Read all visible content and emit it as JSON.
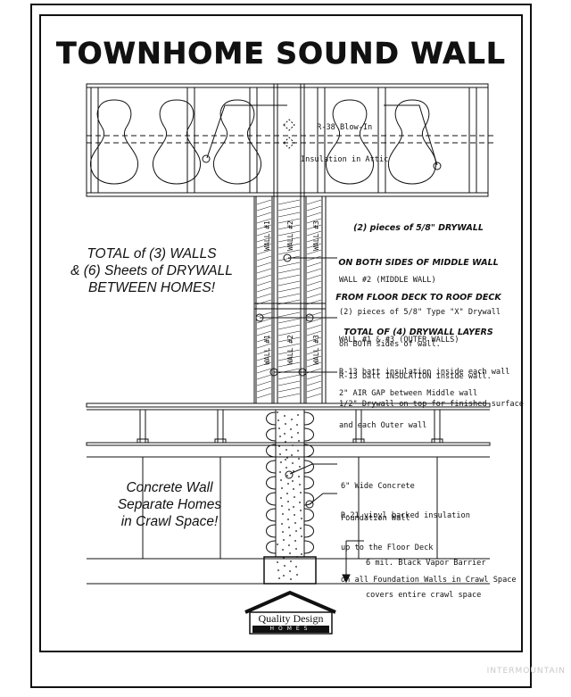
{
  "title": "TOWNHOME SOUND WALL",
  "attic": {
    "insulation_label_1": "R-38 Blow-In",
    "insulation_label_2": "Insulation in Attic"
  },
  "drywall_note": [
    "(2) pieces of 5/8\" DRYWALL",
    "ON BOTH SIDES OF MIDDLE WALL",
    "FROM FLOOR DECK TO ROOF DECK",
    "TOTAL OF (4) DRYWALL LAYERS"
  ],
  "summary_walls": [
    "TOTAL of (3) WALLS",
    "& (6) Sheets of DRYWALL",
    "BETWEEN HOMES!"
  ],
  "middle_wall": {
    "heading": "WALL #2 (MIDDLE WALL)",
    "lines": [
      "(2) pieces of 5/8\" Type \"X\" Drywall",
      "on BOTH sides of wall.",
      "R-13 batt INSULATION inside wall."
    ]
  },
  "outer_walls": {
    "heading": "WALL #1 & #3 (OUTER WALLS)",
    "lines": [
      "R-13 batt insulation inside each wall",
      "1/2\" Drywall on top for finished surface"
    ]
  },
  "air_gap": [
    "2\" AIR GAP between Middle wall",
    "and each Outer wall"
  ],
  "wall_labels": {
    "w1": "WALL #1",
    "w2": "WALL #2",
    "w3": "WALL #3"
  },
  "summary_concrete": [
    "Concrete Wall",
    "Separate Homes",
    "in Crawl Space!"
  ],
  "foundation": {
    "lines": [
      "6\" Wide Concrete",
      "Foundation Wall"
    ]
  },
  "crawl_insulation": {
    "lines": [
      "R-21 vinyl backed insulation",
      "up to the Floor Deck",
      "on all Foundation Walls in Crawl Space"
    ]
  },
  "vapor": {
    "lines": [
      "6 mil. Black Vapor Barrier",
      "covers entire crawl space"
    ]
  },
  "logo": {
    "line1": "Quality Design",
    "line2": "HOMES"
  },
  "watermark": "INTERMOUNTAIN"
}
